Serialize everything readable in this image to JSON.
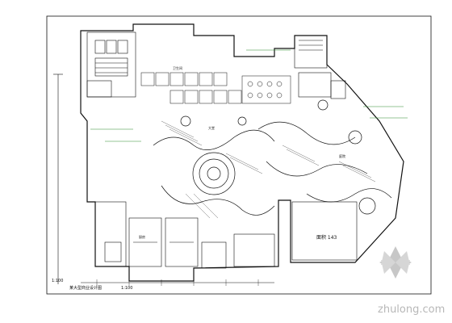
{
  "frame": {
    "left_label": "1:100",
    "bottom_title": "某大型商业设计图",
    "bottom_scale": "1:100"
  },
  "labels": {
    "area_note": "面积 143",
    "lobby": "大堂",
    "kitchen": "厨房",
    "toilet": "卫生间",
    "garden": "庭院"
  },
  "watermark": {
    "text": "zhulong.com"
  },
  "colors": {
    "line": "#111111",
    "accent_green": "#2e8b2e",
    "watermark": "#b8b8b8"
  }
}
